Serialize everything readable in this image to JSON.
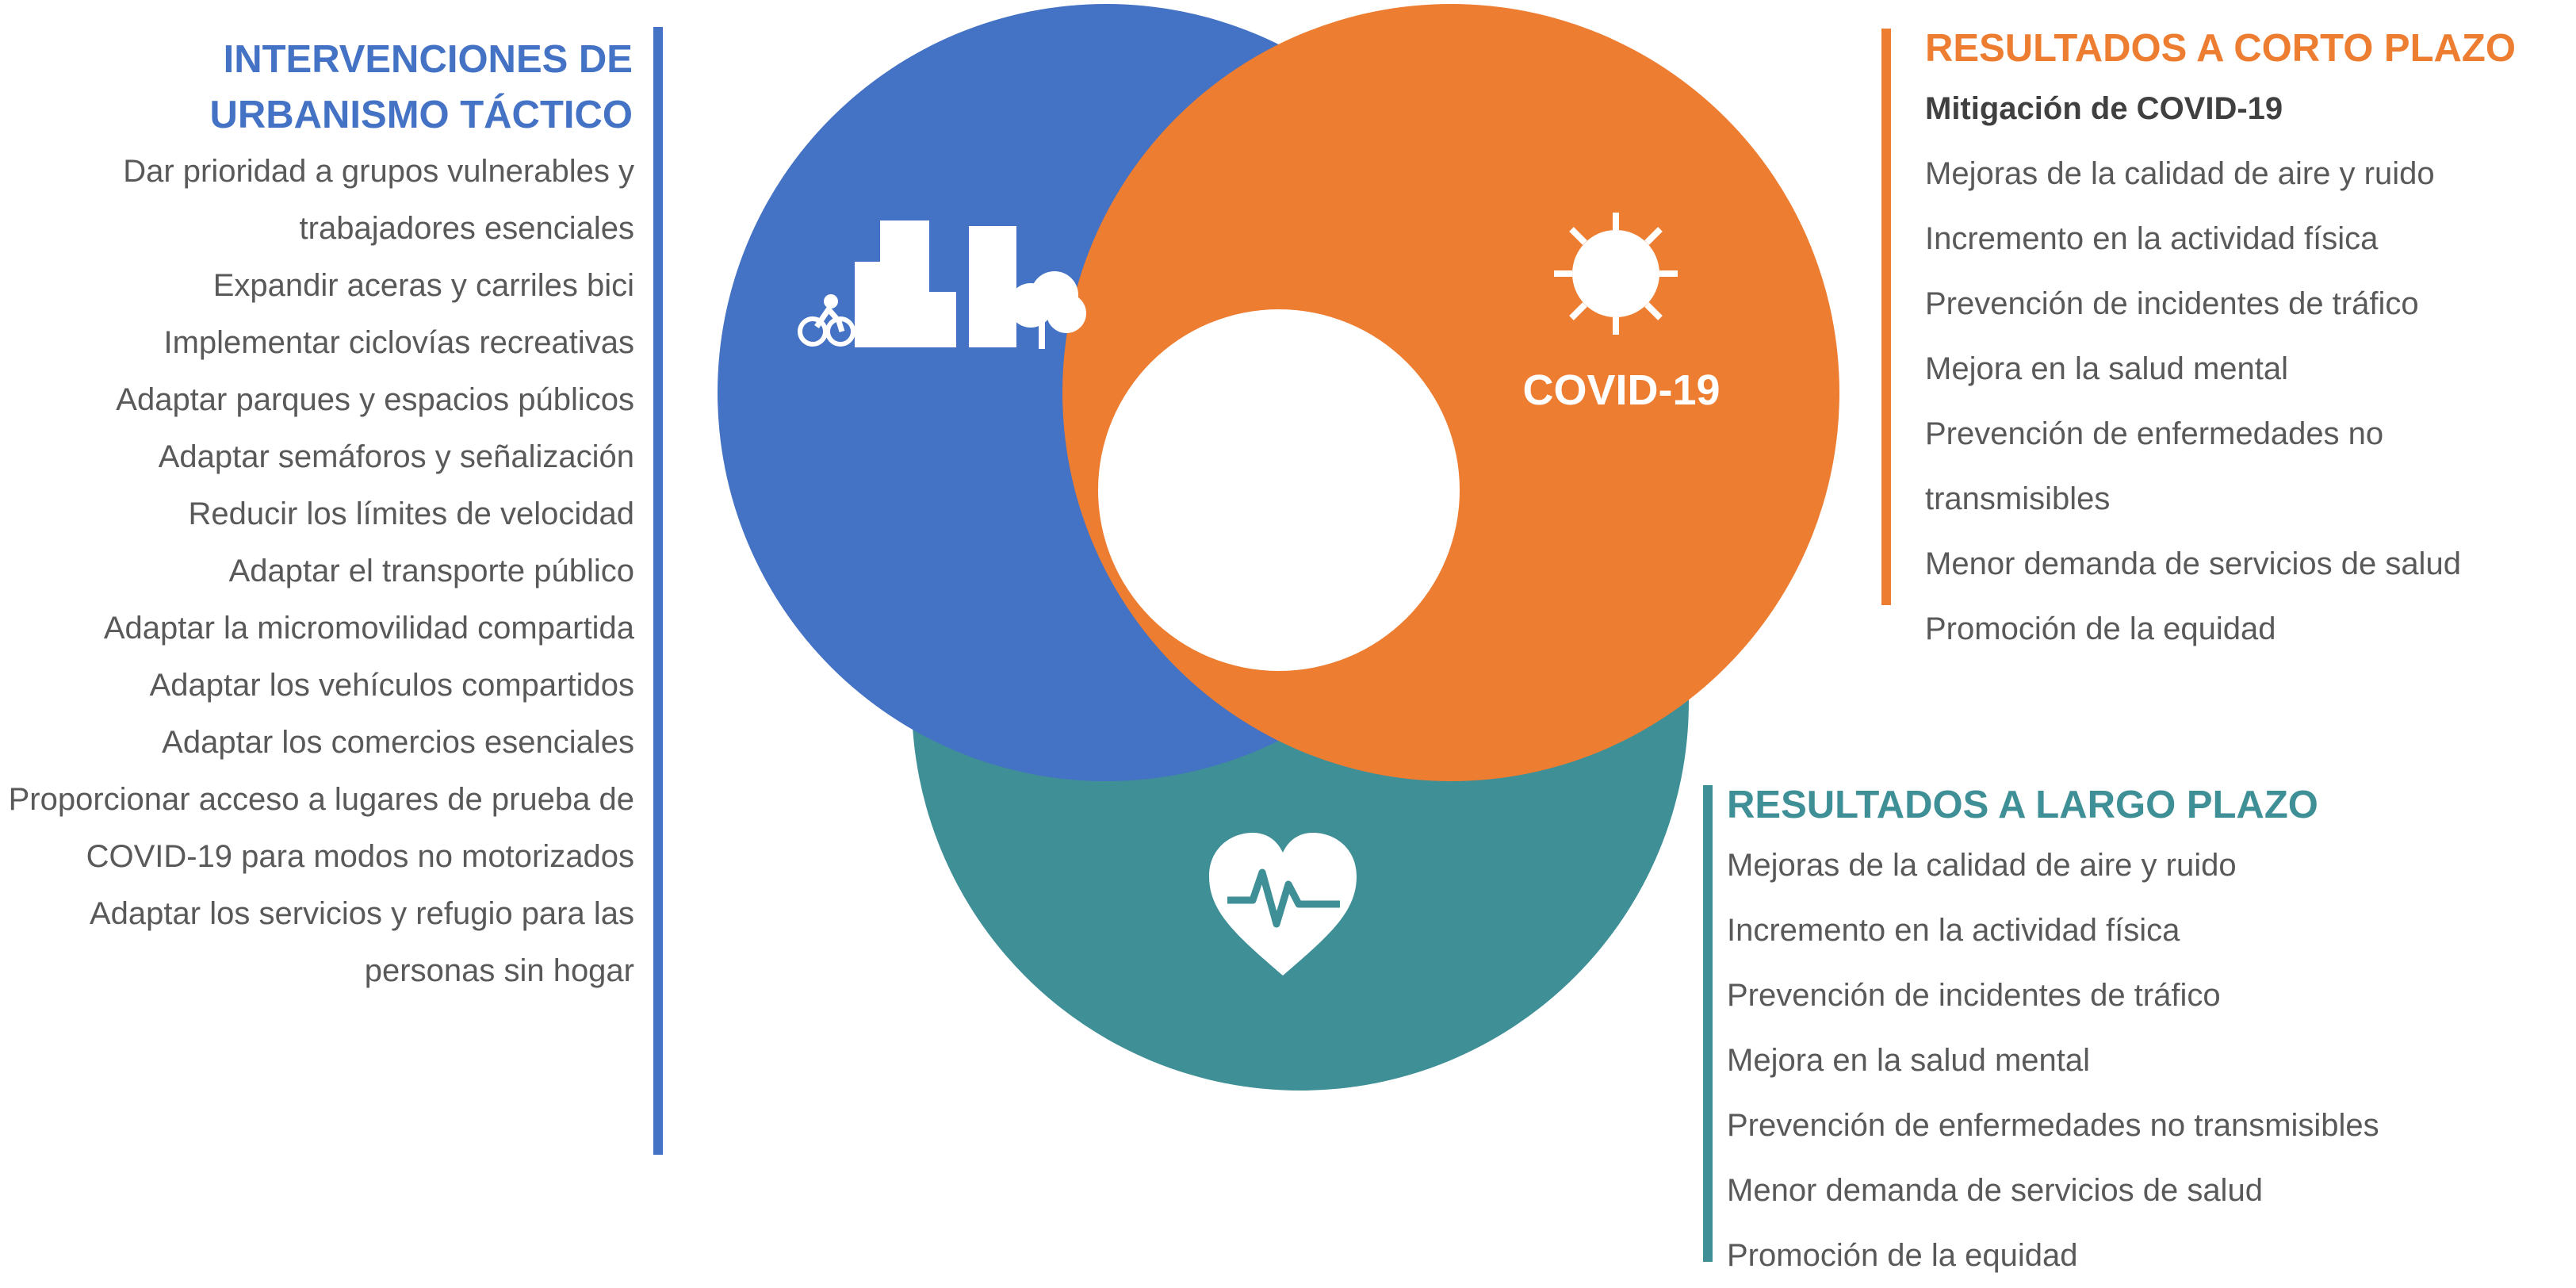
{
  "interventions": {
    "title_line1": "INTERVENCIONES DE",
    "title_line2": "URBANISMO TÁCTICO",
    "items": [
      "Dar prioridad a grupos vulnerables y",
      "trabajadores esenciales",
      "Expandir aceras y carriles bici",
      "Implementar ciclovías recreativas",
      "Adaptar parques y espacios públicos",
      "Adaptar semáforos y señalización",
      "Reducir los límites de velocidad",
      "Adaptar el transporte público",
      "Adaptar la micromovilidad compartida",
      "Adaptar los vehículos compartidos",
      "Adaptar los comercios esenciales",
      "Proporcionar acceso a lugares de prueba de",
      "COVID-19  para modos no motorizados",
      "Adaptar los servicios y refugio para las",
      "personas sin hogar"
    ]
  },
  "short_term": {
    "title": "RESULTADOS A CORTO PLAZO",
    "items": [
      "Mitigación de COVID-19",
      "Mejoras de la calidad de aire y ruido",
      "Incremento en la actividad física",
      "Prevención de incidentes de tráfico",
      "Mejora en la salud mental",
      "Prevención de enfermedades no transmisibles",
      "Menor demanda de servicios de salud",
      "Promoción de la equidad"
    ]
  },
  "long_term": {
    "title": "RESULTADOS A LARGO PLAZO",
    "items": [
      "Mejoras de la calidad de aire y ruido",
      "Incremento en la actividad física",
      "Prevención de incidentes de tráfico",
      "Mejora en la salud mental",
      "Prevención de enfermedades no transmisibles",
      "Menor demanda de servicios de salud",
      "Promoción de la equidad"
    ]
  },
  "center": {
    "covid_label": "COVID-19",
    "icons": [
      "city-icon",
      "virus-icon",
      "heart-pulse-icon"
    ]
  },
  "colors": {
    "blue": "#4472c4",
    "orange": "#ed7d31",
    "teal": "#3f8f97",
    "text": "#595959"
  }
}
